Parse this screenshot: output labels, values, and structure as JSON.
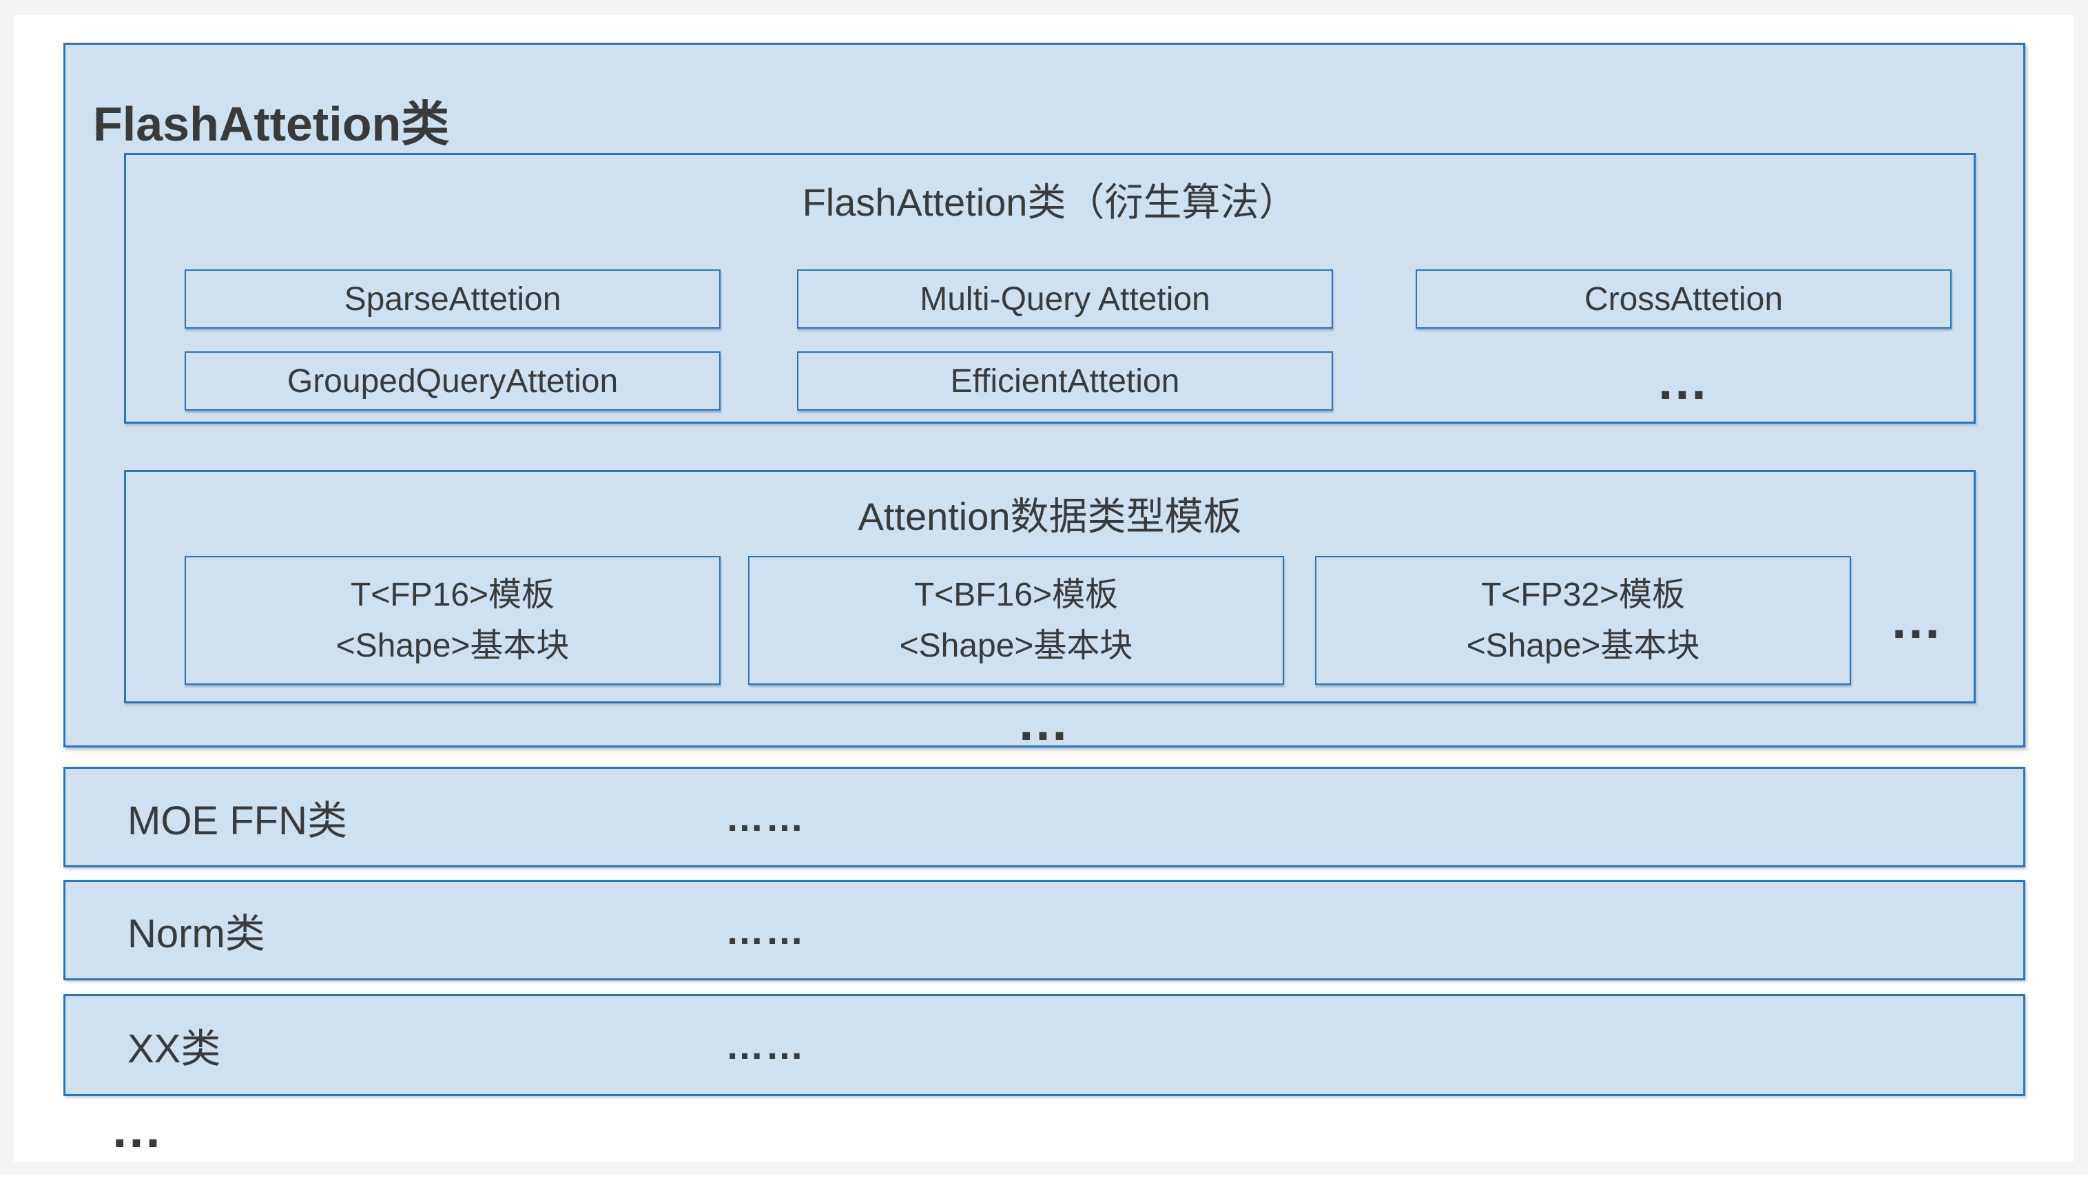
{
  "colors": {
    "page_background": "#f5f5f5",
    "card_background": "#ffffff",
    "box_fill": "#cfe0f1",
    "box_border": "#2e74b5",
    "text": "#3a3a3a"
  },
  "flash_class": {
    "title": "FlashAttetion类",
    "derived_box": {
      "title": "FlashAttetion类（衍生算法）",
      "items": [
        "SparseAttetion",
        "Multi-Query Attetion",
        "CrossAttetion",
        "GroupedQueryAttetion",
        "EfficientAttetion"
      ],
      "more": "…"
    },
    "dtype_box": {
      "title": "Attention数据类型模板",
      "items": [
        {
          "line1": "T<FP16>模板",
          "line2": "<Shape>基本块"
        },
        {
          "line1": "T<BF16>模板",
          "line2": "<Shape>基本块"
        },
        {
          "line1": "T<FP32>模板",
          "line2": "<Shape>基本块"
        }
      ],
      "more": "…"
    },
    "more": "…"
  },
  "other_classes": [
    {
      "label": "MOE FFN类",
      "dots": "……"
    },
    {
      "label": "Norm类",
      "dots": "……"
    },
    {
      "label": "XX类",
      "dots": "……"
    }
  ],
  "bottom_more": "…"
}
